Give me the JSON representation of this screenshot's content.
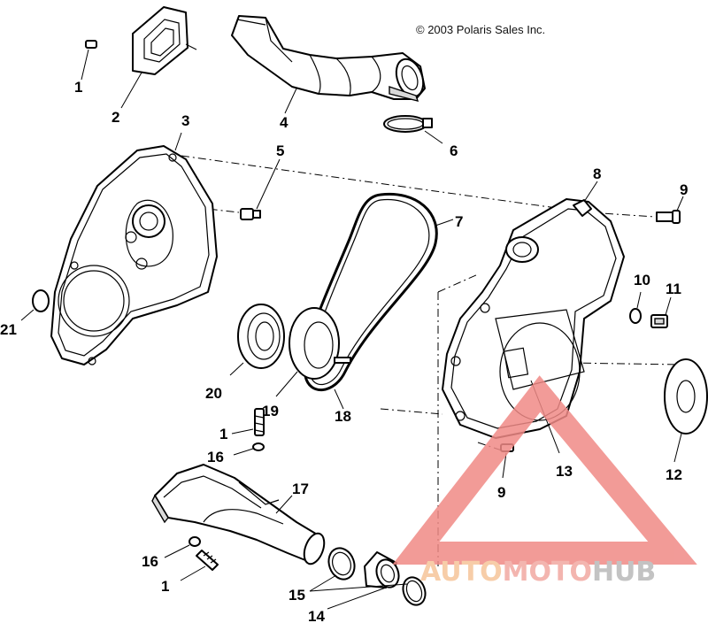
{
  "copyright": "© 2003 Polaris Sales Inc.",
  "watermark": {
    "auto": "AUTO",
    "moto": "MOTO",
    "hub": "HUB",
    "color_auto": "#f6c59a",
    "color_moto": "#f2a9a2",
    "color_hub": "#b9b9b9",
    "color_triangle": "#f08a86"
  },
  "callouts": {
    "c1a": "1",
    "c2": "2",
    "c3": "3",
    "c4": "4",
    "c5": "5",
    "c6": "6",
    "c7": "7",
    "c8": "8",
    "c9a": "9",
    "c10": "10",
    "c11": "11",
    "c12": "12",
    "c13": "13",
    "c9b": "9",
    "c14": "14",
    "c15": "15",
    "c16a": "16",
    "c1b": "1",
    "c17": "17",
    "c18": "18",
    "c19": "19",
    "c20": "20",
    "c21": "21",
    "c16b": "16",
    "c1c": "1"
  }
}
